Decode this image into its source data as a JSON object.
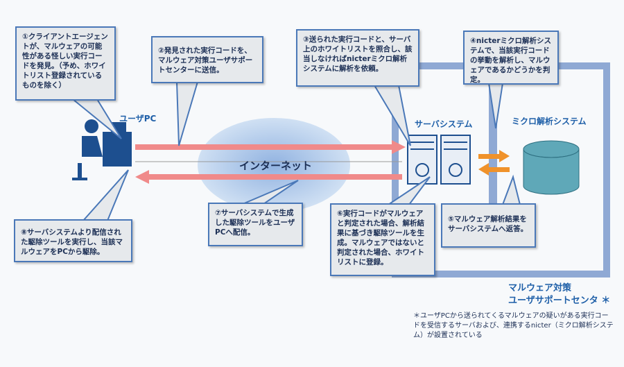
{
  "labels": {
    "user_pc": "ユーザPC",
    "server_system": "サーバシステム",
    "micro_analysis": "ミクロ解析システム",
    "internet": "インターネット"
  },
  "callouts": {
    "c1": "①クライアントエージェントが、マルウェアの可能性がある怪しい実行コードを発見。（予め、ホワイトリスト登録されているものを除く）",
    "c2": "②発見された実行コードを、マルウェア対策ユーザサポートセンターに送信。",
    "c3": "③送られた実行コードと、サーバ上のホワイトリストを照合し、該当しなければnicterミクロ解析システムに解析を依頼。",
    "c4": "④nicterミクロ解析システムで、当該実行コードの挙動を解析し、マルウェアであるかどうかを判定。",
    "c5": "⑤マルウェア解析結果をサーバシステムへ返答。",
    "c6": "⑥実行コードがマルウェアと判定された場合、解析結果に基づき駆除ツールを生成。マルウェアではないと判定された場合、ホワイトリストに登録。",
    "c7": "⑦サーバシステムで生成した駆除ツールをユーザPCへ配信。",
    "c8": "⑧サーバシステムより配信された駆除ツールを実行し、当該マルウェアをPCから駆除。"
  },
  "center": {
    "title_line1": "マルウェア対策",
    "title_line2": "ユーザサポートセンタ ＊",
    "note": "＊ユーザPCから送られてくるマルウェアの疑いがある実行コードを受信するサーバおよび、連携するnicter（ミクロ解析システム）が設置されている"
  },
  "colors": {
    "frame": "#8fa9d4",
    "arrow": "#f08a8a",
    "orange": "#f0922a",
    "accent": "#1e5fa8"
  }
}
